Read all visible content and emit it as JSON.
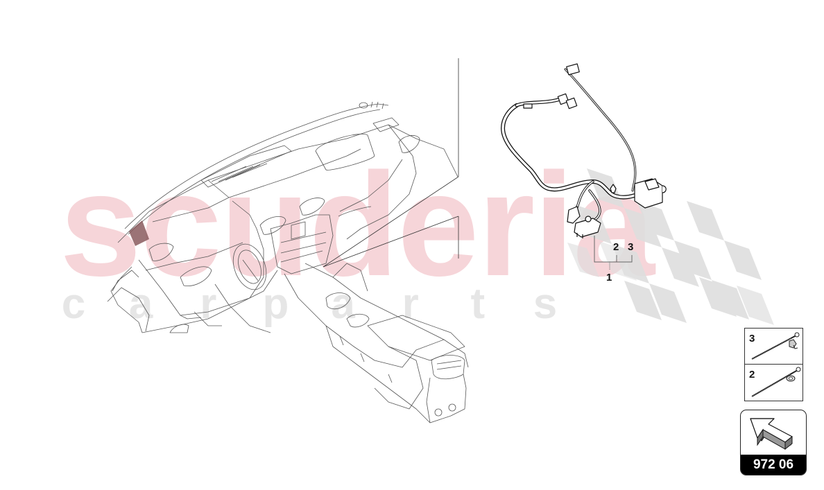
{
  "diagram": {
    "watermark": {
      "main_text": "scuderia",
      "sub_letters": [
        "c",
        "a",
        "r",
        "p",
        "a",
        "r",
        "t",
        "s"
      ],
      "main_color": "#f6d5d9",
      "sub_color": "#e6e6e6"
    },
    "main_drawing": "dashboard-and-center-console",
    "harness_drawing": "wiring-harness",
    "callouts": [
      {
        "id": "1",
        "label": "1"
      },
      {
        "id": "2",
        "label": "2"
      },
      {
        "id": "3",
        "label": "3"
      }
    ],
    "part_thumbnails": [
      {
        "label": "3",
        "icon": "cable-tie-with-clip-icon"
      },
      {
        "label": "2",
        "icon": "cable-tie-with-anchor-icon"
      }
    ],
    "nav_badge": {
      "code": "972 06",
      "icon": "arrow-up-left-icon"
    },
    "colors": {
      "line": "#333333",
      "checker": "#dedede",
      "highlight": "#8a5a5e"
    }
  }
}
